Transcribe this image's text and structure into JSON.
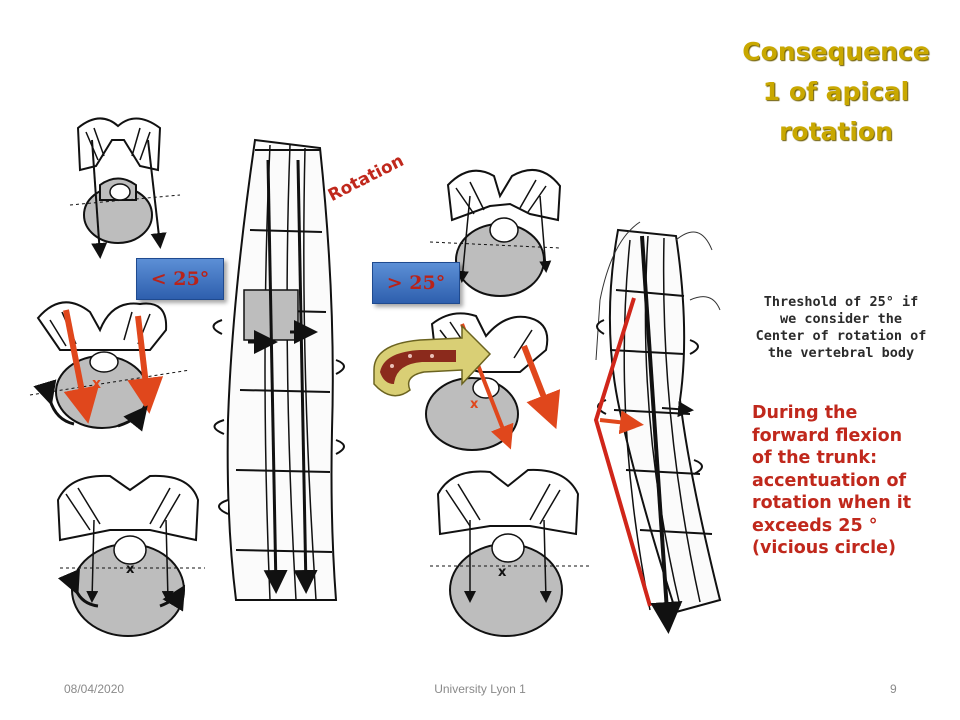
{
  "slide": {
    "title_lines": [
      "Consequence",
      "1 of apical",
      "rotation"
    ],
    "rotation_label": "Rotation",
    "badges": {
      "less": "< 25°",
      "more": "> 25°"
    },
    "threshold_note_lines": [
      "Threshold of 25° if",
      "we consider the",
      "Center of rotation of",
      "the vertebral body"
    ],
    "flexion_note_lines": [
      "During the",
      "forward flexion",
      "of the trunk:",
      "accentuation of",
      "rotation when it",
      "exceeds 25 °",
      "(vicious circle)"
    ],
    "footer": {
      "date": "08/04/2020",
      "institution": "University Lyon 1",
      "page": "9"
    },
    "colors": {
      "title": "#c9a800",
      "accent_red": "#c0281c",
      "badge_blue": "#3d6fc0",
      "bone_gray": "#bdbdbd",
      "rotation_arrow": "#8b2a1c"
    }
  }
}
